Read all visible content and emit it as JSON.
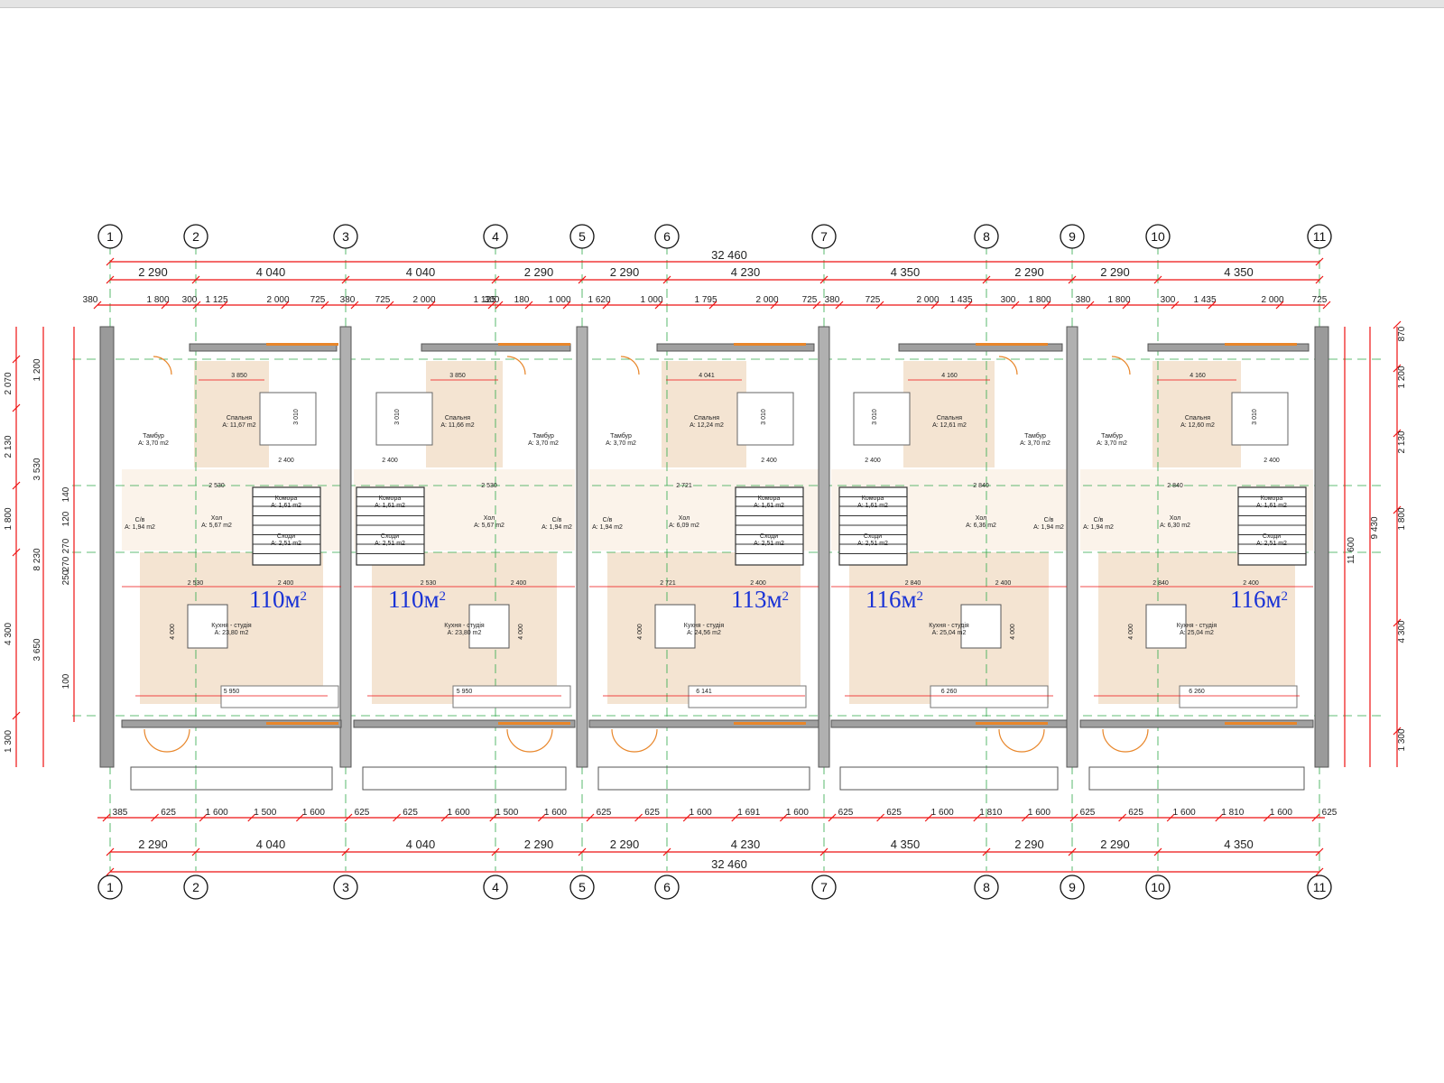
{
  "plan": {
    "colors": {
      "dimension": "#ee1111",
      "wall": "#555555",
      "floor": "#f4e4d2",
      "area_label": "#1a33d6",
      "window": "#e8862a"
    },
    "axes": [
      "1",
      "2",
      "3",
      "4",
      "5",
      "6",
      "7",
      "8",
      "9",
      "10",
      "11"
    ],
    "overall_width": "32 460",
    "top_dims_row1": [
      "2 290",
      "4 040",
      "4 040",
      "2 290",
      "2 290",
      "4 230",
      "4 350",
      "2 290",
      "2 290",
      "4 350"
    ],
    "top_dims_row2": [
      "380",
      "1 800",
      "300",
      "1 125",
      "2 000",
      "725",
      "380",
      "725",
      "2 000",
      "1 125",
      "300",
      "180",
      "1 000",
      "1 620",
      "1 000",
      "1 795",
      "2 000",
      "725",
      "380",
      "725",
      "2 000",
      "1 435",
      "300",
      "1 800",
      "380",
      "1 800",
      "300",
      "1 435",
      "2 000",
      "725"
    ],
    "bottom_dims_small": [
      "385",
      "625",
      "1 600",
      "1 500",
      "1 600",
      "625",
      "625",
      "1 600",
      "1 500",
      "1 600",
      "625",
      "625",
      "1 600",
      "1 691",
      "1 600",
      "625",
      "625",
      "1 600",
      "1 810",
      "1 600",
      "625",
      "625",
      "1 600",
      "1 810",
      "1 600",
      "625"
    ],
    "bottom_dims": [
      "2 290",
      "4 040",
      "4 040",
      "2 290",
      "2 290",
      "4 230",
      "4 350",
      "2 290",
      "2 290",
      "4 350"
    ],
    "left_dims_outer": [
      "2 070",
      "2 130",
      "1 800",
      "4 300",
      "1 300"
    ],
    "left_dims_mid": [
      "1 200",
      "3 530",
      "8 230",
      "3 650"
    ],
    "left_dims_inner": [
      "120",
      "140",
      "270",
      "270",
      "250",
      "100"
    ],
    "right_dims_outer": [
      "870",
      "1 200",
      "2 130",
      "1 800",
      "4 300",
      "1 300"
    ],
    "right_dims_inner": [
      "9 430",
      "11 600"
    ],
    "units": [
      {
        "area": "110",
        "unit_sup": "2",
        "bedroom": "Спальня",
        "bedroom_area": "A: 11,67 m2",
        "vestibule": "Тамбур",
        "vestibule_area": "A: 3,70 m2",
        "hall": "Хол",
        "hall_area": "A: 5,67 m2",
        "wc": "С/в",
        "wc_area": "A: 1,94 m2",
        "storage": "Комора",
        "storage_area": "A: 1,61 m2",
        "stairs": "Сходи",
        "stairs_area": "A: 2,51 m2",
        "kitchen": "Кухня - студія",
        "kitchen_area": "A: 23,80 m2",
        "dims": [
          "3 850",
          "3 010",
          "2 400",
          "2 530",
          "4 000",
          "5 950"
        ]
      },
      {
        "area": "110",
        "unit_sup": "2",
        "bedroom": "Спальня",
        "bedroom_area": "A: 11,66 m2",
        "vestibule": "Тамбур",
        "vestibule_area": "A: 3,70 m2",
        "hall": "Хол",
        "hall_area": "A: 5,67 m2",
        "wc": "С/в",
        "wc_area": "A: 1,94 m2",
        "storage": "Комора",
        "storage_area": "A: 1,61 m2",
        "stairs": "Сходи",
        "stairs_area": "A: 2,51 m2",
        "kitchen": "Кухня - студія",
        "kitchen_area": "A: 23,80 m2",
        "dims": [
          "3 850",
          "3 010",
          "2 400",
          "2 530",
          "4 000",
          "5 950"
        ]
      },
      {
        "area": "113",
        "unit_sup": "2",
        "bedroom": "Спальня",
        "bedroom_area": "A: 12,24 m2",
        "vestibule": "Тамбур",
        "vestibule_area": "A: 3,70 m2",
        "hall": "Хол",
        "hall_area": "A: 6,09 m2",
        "wc": "С/в",
        "wc_area": "A: 1,94 m2",
        "storage": "Комора",
        "storage_area": "A: 1,61 m2",
        "stairs": "Сходи",
        "stairs_area": "A: 2,51 m2",
        "kitchen": "Кухня - студія",
        "kitchen_area": "A: 24,56 m2",
        "dims": [
          "4 041",
          "3 010",
          "2 400",
          "2 721",
          "4 000",
          "6 141"
        ]
      },
      {
        "area": "116",
        "unit_sup": "2",
        "bedroom": "Спальня",
        "bedroom_area": "A: 12,61 m2",
        "vestibule": "Тамбур",
        "vestibule_area": "A: 3,70 m2",
        "hall": "Хол",
        "hall_area": "A: 6,36 m2",
        "wc": "С/в",
        "wc_area": "A: 1,94 m2",
        "storage": "Комора",
        "storage_area": "A: 1,61 m2",
        "stairs": "Сходи",
        "stairs_area": "A: 2,51 m2",
        "kitchen": "Кухня - студія",
        "kitchen_area": "A: 25,04 m2",
        "dims": [
          "4 160",
          "3 010",
          "2 400",
          "2 840",
          "4 000",
          "6 260"
        ]
      },
      {
        "area": "116",
        "unit_sup": "2",
        "bedroom": "Спальня",
        "bedroom_area": "A: 12,60 m2",
        "vestibule": "Тамбур",
        "vestibule_area": "A: 3,70 m2",
        "hall": "Хол",
        "hall_area": "A: 6,30 m2",
        "wc": "С/в",
        "wc_area": "A: 1,94 m2",
        "storage": "Комора",
        "storage_area": "A: 1,61 m2",
        "stairs": "Сходи",
        "stairs_area": "A: 2,51 m2",
        "kitchen": "Кухня - студія",
        "kitchen_area": "A: 25,04 m2",
        "dims": [
          "4 160",
          "3 010",
          "2 400",
          "2 840",
          "4 000",
          "6 260"
        ]
      }
    ]
  }
}
